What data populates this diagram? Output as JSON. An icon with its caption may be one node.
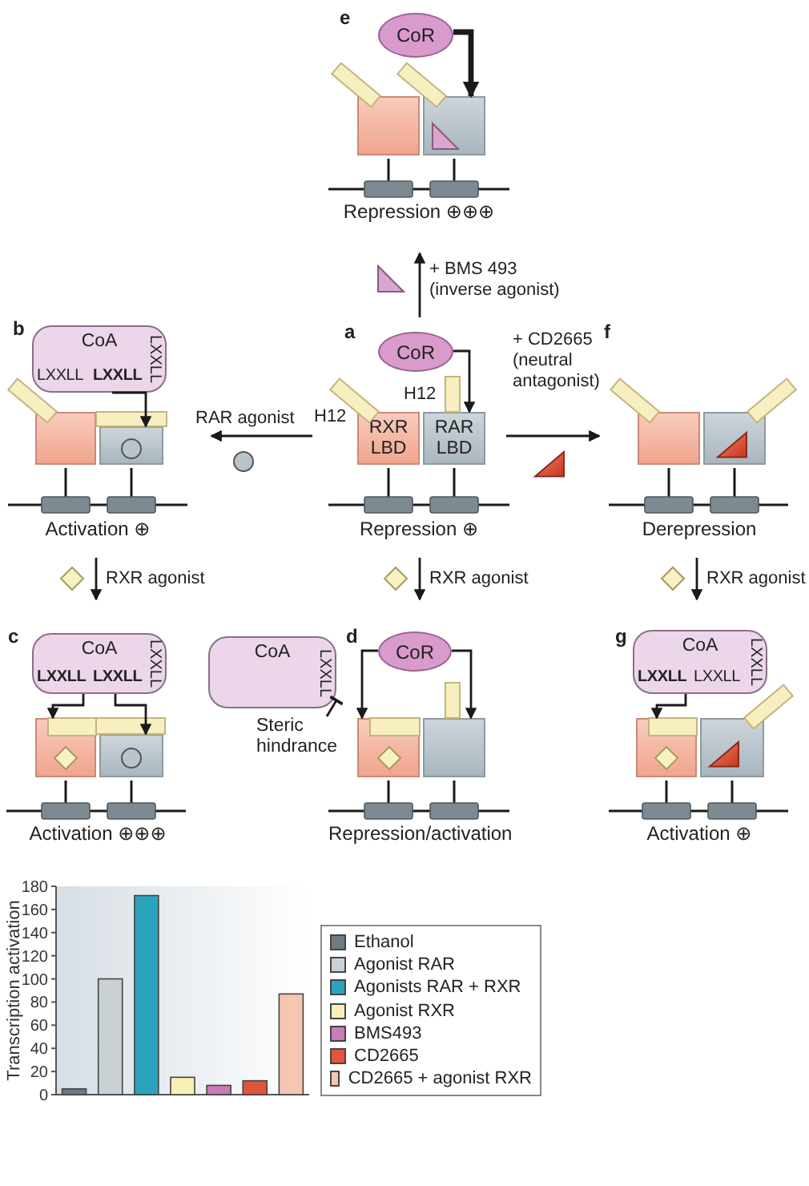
{
  "diagram": {
    "nodes": [
      {
        "text": [
          "e",
          "Repression ⊕⊕⊕"
        ]
      },
      {
        "text": [
          "CoR"
        ],
        "in": 0
      },
      {
        "text": [],
        "shape": "box",
        "in": 0
      },
      {
        "text": [],
        "shape": "box",
        "in": 0
      },
      {
        "text": [
          "b",
          "Activation ⊕"
        ]
      },
      {
        "text": [
          "CoA",
          "LXXLL",
          "LXXLL",
          "LXXLL"
        ],
        "in": 4
      },
      {
        "text": [],
        "shape": "box",
        "in": 4
      },
      {
        "text": [],
        "shape": "box",
        "in": 4
      },
      {
        "text": [
          "a",
          "Repression ⊕"
        ]
      },
      {
        "text": [
          "CoR"
        ],
        "in": 8
      },
      {
        "text": [
          "RXR LBD"
        ],
        "beside": [
          "H12"
        ],
        "in": 8
      },
      {
        "text": [
          "RAR LBD"
        ],
        "beside": [
          "H12"
        ],
        "in": 8
      },
      {
        "text": [
          "f",
          "Derepression"
        ]
      },
      {
        "text": [],
        "shape": "box",
        "in": 12
      },
      {
        "text": [],
        "shape": "box",
        "in": 12
      },
      {
        "text": [
          "c",
          "Activation ⊕⊕⊕"
        ]
      },
      {
        "text": [
          "CoA",
          "LXXLL",
          "LXXLL",
          "LXXLL"
        ],
        "in": 15
      },
      {
        "text": [],
        "shape": "box",
        "in": 15
      },
      {
        "text": [],
        "shape": "box",
        "in": 15
      },
      {
        "text": [
          "d",
          "Repression/activation"
        ]
      },
      {
        "text": [
          "CoA",
          "LXXLL"
        ],
        "in": 19
      },
      {
        "text": [
          "CoR"
        ],
        "in": 19
      },
      {
        "text": [],
        "shape": "box",
        "in": 19
      },
      {
        "text": [],
        "shape": "box",
        "in": 19
      },
      {
        "text": [
          "Steric hindrance"
        ],
        "in": 19
      },
      {
        "text": [
          "g",
          "Activation ⊕"
        ]
      },
      {
        "text": [
          "CoA",
          "LXXLL",
          "LXXLL",
          "LXXLL"
        ],
        "in": 25
      },
      {
        "text": [],
        "shape": "box",
        "in": 25
      },
      {
        "text": [],
        "shape": "box",
        "in": 25
      }
    ],
    "edges": [
      {
        "from": 1,
        "to": 3,
        "arrow": "to",
        "style": "thick"
      },
      {
        "from": 5,
        "to": 7,
        "arrow": "to"
      },
      {
        "from": 9,
        "to": 11,
        "arrow": "to"
      },
      {
        "from": 16,
        "to": 17,
        "arrow": "to"
      },
      {
        "from": 16,
        "to": 18,
        "arrow": "to"
      },
      {
        "from": 21,
        "to": 22,
        "arrow": "to"
      },
      {
        "from": 21,
        "to": 23,
        "arrow": "to"
      },
      {
        "from": 24,
        "to": 20,
        "arrow": "other"
      },
      {
        "from": 26,
        "to": 27,
        "arrow": "to"
      },
      {
        "from": 8,
        "to": 0,
        "arrow": "to",
        "label": "+ BMS 493 (inverse agonist)"
      },
      {
        "from": 8,
        "to": 4,
        "arrow": "to",
        "label": "RAR agonist"
      },
      {
        "from": 8,
        "to": 12,
        "arrow": "to",
        "label": "+ CD2665 (neutral antagonist)"
      },
      {
        "from": 4,
        "to": 15,
        "arrow": "to",
        "label": "RXR agonist"
      },
      {
        "from": 8,
        "to": 19,
        "arrow": "to",
        "label": "RXR agonist"
      },
      {
        "from": 12,
        "to": 25,
        "arrow": "to",
        "label": "RXR agonist"
      }
    ],
    "legend": [
      {
        "text": "Ethanol",
        "color": "#6e7b83"
      },
      {
        "text": "Agonist RAR",
        "color": "#c9d1d7"
      },
      {
        "text": "Agonists RAR + RXR",
        "color": "#2aa3bd"
      },
      {
        "text": "Agonist RXR",
        "color": "#f7f0b4"
      },
      {
        "text": "BMS493",
        "color": "#c97cb5"
      },
      {
        "text": "CD2665",
        "color": "#e0553c"
      },
      {
        "text": "CD2665 + agonist RXR",
        "color": "#f7c6b2"
      }
    ],
    "chart_data": {
      "type": "bar",
      "ylabel": "Transcription activation",
      "ylim": [
        0,
        180
      ],
      "yticks": [
        0,
        20,
        40,
        60,
        80,
        100,
        120,
        140,
        160,
        180
      ],
      "values": [
        5,
        100,
        172,
        15,
        8,
        12,
        87
      ]
    }
  }
}
